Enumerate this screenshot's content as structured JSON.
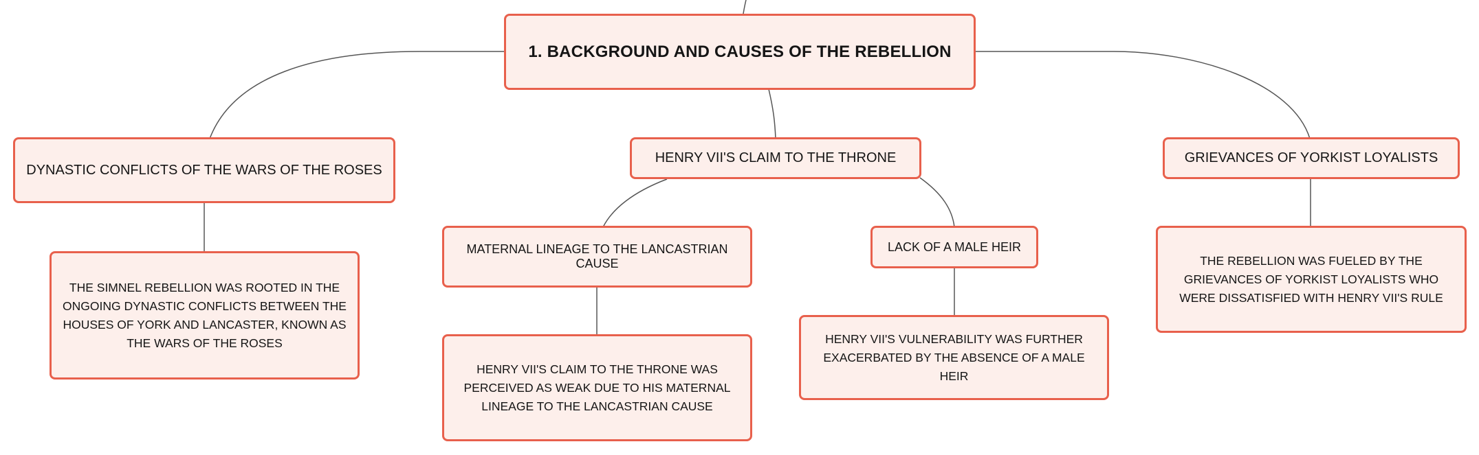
{
  "colors": {
    "node_fill": "#fdefeb",
    "node_border": "#e8604c",
    "connector": "#555555",
    "text": "#151515"
  },
  "map": {
    "root": "1. BACKGROUND AND CAUSES OF THE REBELLION",
    "dynastic": {
      "title": "DYNASTIC CONFLICTS OF THE WARS OF THE ROSES",
      "detail": "THE SIMNEL REBELLION WAS ROOTED IN THE ONGOING DYNASTIC CONFLICTS BETWEEN THE HOUSES OF YORK AND LANCASTER, KNOWN AS THE WARS OF THE ROSES"
    },
    "claim": {
      "title": "HENRY VII'S CLAIM TO THE THRONE",
      "maternal": {
        "title": "MATERNAL LINEAGE TO THE LANCASTRIAN CAUSE",
        "detail": "HENRY VII'S CLAIM TO THE THRONE WAS PERCEIVED AS WEAK DUE TO HIS MATERNAL LINEAGE TO THE LANCASTRIAN CAUSE"
      },
      "heir": {
        "title": "LACK OF A MALE HEIR",
        "detail": "HENRY VII'S VULNERABILITY WAS FURTHER EXACERBATED BY THE ABSENCE OF A MALE HEIR"
      }
    },
    "grievances": {
      "title": "GRIEVANCES OF YORKIST LOYALISTS",
      "detail": "THE REBELLION WAS FUELED BY THE GRIEVANCES OF YORKIST LOYALISTS WHO WERE DISSATISFIED WITH HENRY VII'S RULE"
    }
  }
}
